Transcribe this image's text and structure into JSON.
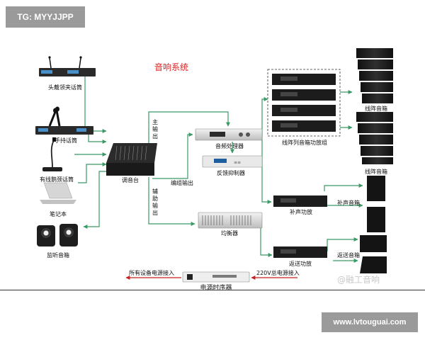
{
  "watermark_top": "TG: MYYJJPP",
  "watermark_site": "www.lvtouguai.com",
  "watermark_corner": "@融工音响",
  "title": "音响系统",
  "inputs": {
    "headset_mic": "头戴领夹话筒",
    "handheld_mic": "手持话筒",
    "gooseneck_mic": "有线鹅颈话筒",
    "laptop": "笔记本",
    "monitor_speaker": "监听音箱"
  },
  "mixer": "调音台",
  "signal_labels": {
    "main_out": "主输出",
    "group_out": "编组输出",
    "aux_out": "辅助输出"
  },
  "processors": {
    "audio_processor": "音频处理器",
    "feedback_suppressor": "反馈抑制器",
    "equalizer": "均衡器"
  },
  "amps": {
    "line_array_amp_group": "线阵列音箱功放组",
    "fill_amp": "补声功放",
    "return_amp": "返送功放"
  },
  "speakers": {
    "line_array_1": "线阵音箱",
    "line_array_2": "线阵音箱",
    "fill_speaker": "补声音箱",
    "return_speaker": "返送音箱"
  },
  "power": {
    "sequencer": "电源时序器",
    "all_devices": "所有设备电源接入",
    "mains": "220V总电源接入"
  },
  "colors": {
    "signal_wire": "#3a9a66",
    "power_wire": "#c42020",
    "title": "#e02020"
  }
}
